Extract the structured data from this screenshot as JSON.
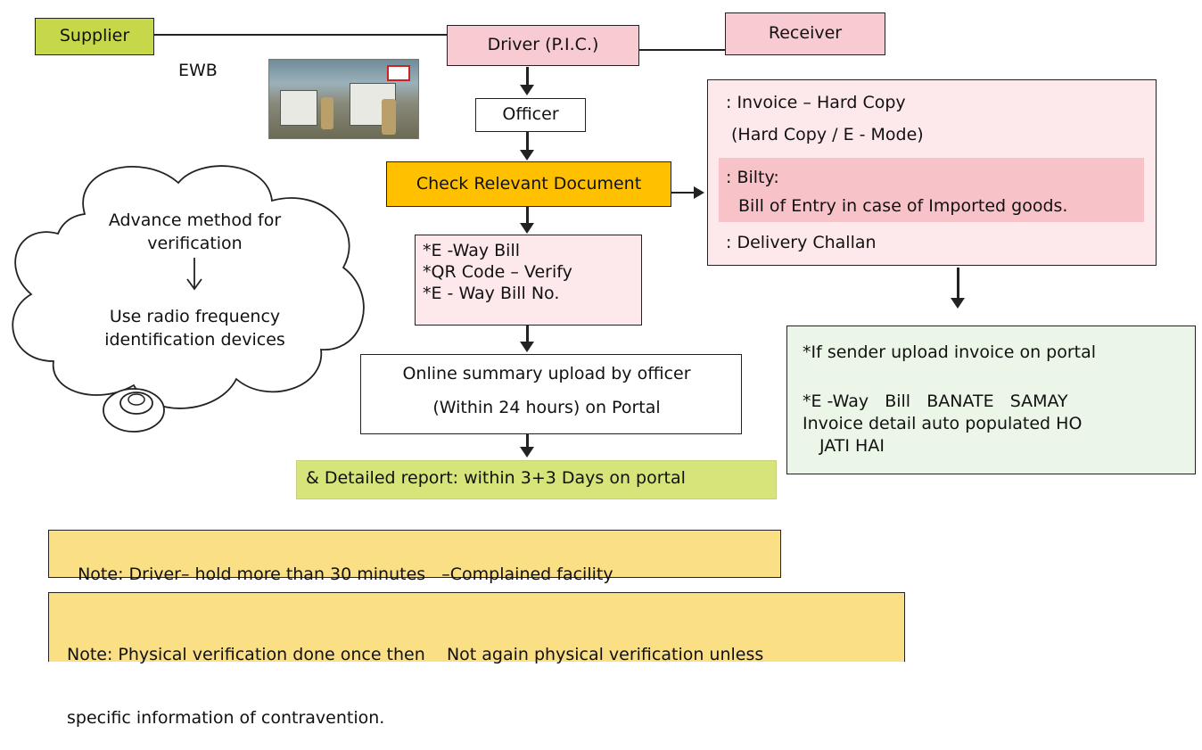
{
  "colors": {
    "supplier_fill": "#c6d84a",
    "pink_fill": "#f8cbd2",
    "light_pink_fill": "#fde9ec",
    "band_pink_fill": "#f7c3c8",
    "check_fill": "#ffc000",
    "green_fill": "#d7e47a",
    "light_green_fill": "#ecf6e8",
    "note_fill": "#fbdf85"
  },
  "supplier": "Supplier",
  "ewb": "EWB",
  "driver": "Driver (P.I.C.)",
  "receiver": "Receiver",
  "officer": "Officer",
  "check": "Check Relevant Document",
  "ewaybill": {
    "line1": "*E -Way Bill",
    "line2": "*QR Code – Verify",
    "line3": "*E - Way Bill No."
  },
  "online": {
    "line1": "Online summary upload by officer",
    "line2": "(Within 24 hours) on Portal"
  },
  "detailed": "& Detailed report: within 3+3 Days on portal",
  "docs": {
    "invoice": ": Invoice – Hard Copy",
    "mode": "(Hard Copy / E   - Mode)",
    "bilty": ": Bilty:",
    "bill_entry": "Bill of Entry in case of Imported goods.",
    "challan": ": Delivery Challan"
  },
  "portal": {
    "line1": "*If sender upload invoice on portal",
    "line2": "*E -Way   Bill   BANATE   SAMAY",
    "line3": "Invoice detail auto populated HO",
    "line4": "JATI HAI"
  },
  "cloud": {
    "line1": "Advance method for",
    "line2": "verification",
    "line3": "Use radio frequency",
    "line4": "identification devices"
  },
  "note1": "Note: Driver– hold more than 30 minutes   –Complained facility",
  "note2_line1": "Note: Physical verification done once then    Not again physical verification unless",
  "note2_line2": "specific information of contravention."
}
